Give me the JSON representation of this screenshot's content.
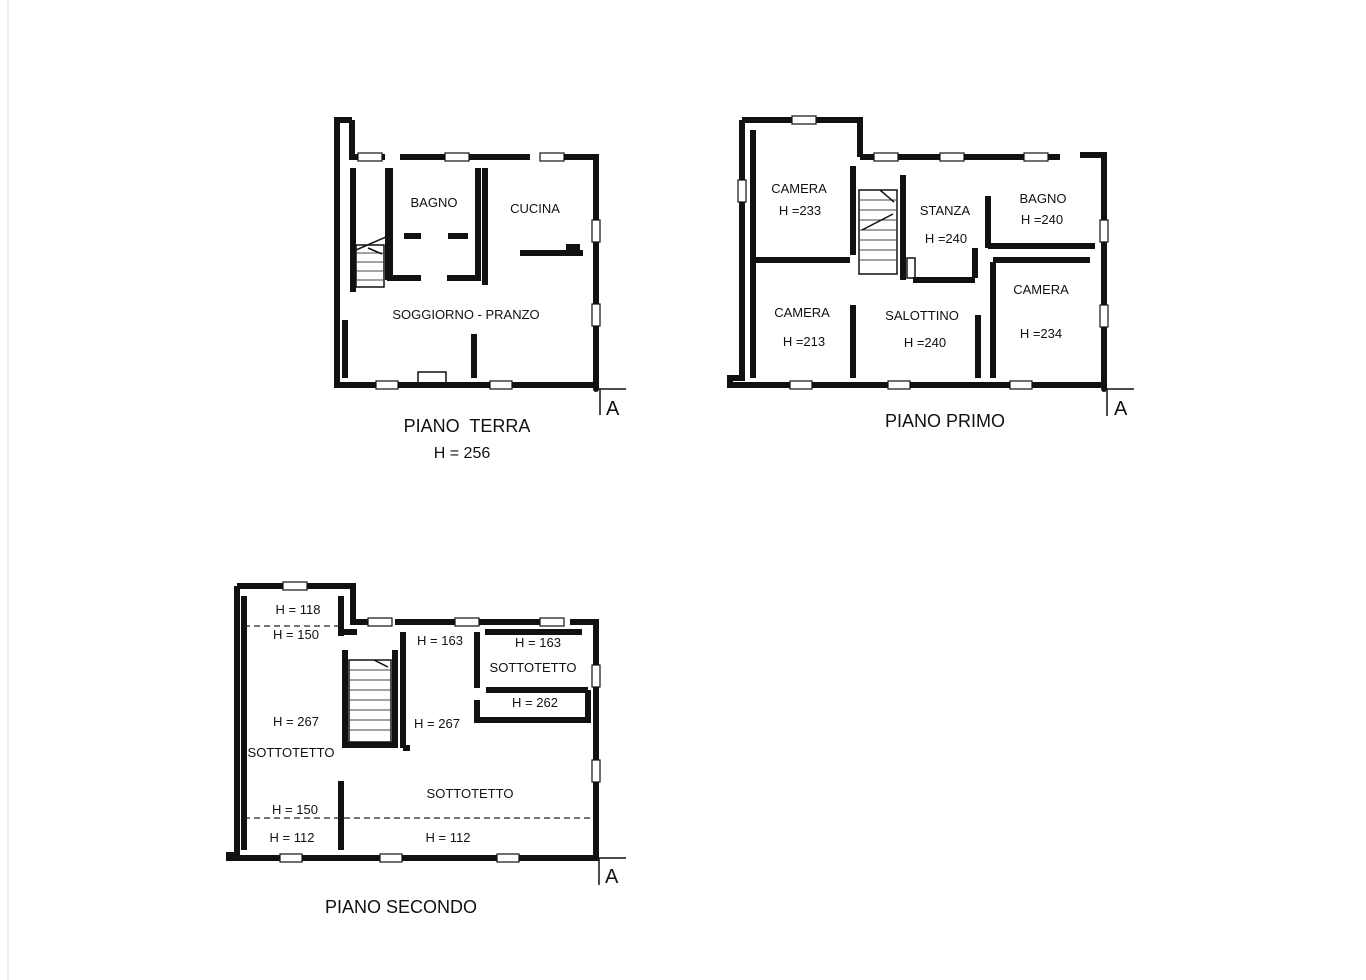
{
  "piano_terra": {
    "title": "PIANO  TERRA",
    "height": "H = 256",
    "rooms": {
      "bagno": "BAGNO",
      "cucina": "CUCINA",
      "soggiorno": "SOGGIORNO - PRANZO"
    },
    "section": "A"
  },
  "piano_primo": {
    "title": "PIANO PRIMO",
    "rooms": {
      "camera_nw": "CAMERA",
      "camera_nw_h": "H =233",
      "stanza": "STANZA",
      "stanza_h": "H =240",
      "bagno": "BAGNO",
      "bagno_h": "H =240",
      "camera_sw": "CAMERA",
      "camera_sw_h": "H =213",
      "salottino": "SALOTTINO",
      "salottino_h": "H =240",
      "camera_e": "CAMERA",
      "camera_e_h": "H =234"
    },
    "section": "A"
  },
  "piano_secondo": {
    "title": "PIANO SECONDO",
    "labels": {
      "h118": "H = 118",
      "h150_top": "H = 150",
      "h163_a": "H = 163",
      "h163_b": "H = 163",
      "sottotetto_ne": "SOTTOTETTO",
      "h262": "H = 262",
      "h267_w": "H = 267",
      "h267_c": "H = 267",
      "sottotetto_w": "SOTTOTETTO",
      "sottotetto_s": "SOTTOTETTO",
      "h150_bottom": "H = 150",
      "h112_w": "H = 112",
      "h112_c": "H = 112"
    },
    "section": "A"
  }
}
